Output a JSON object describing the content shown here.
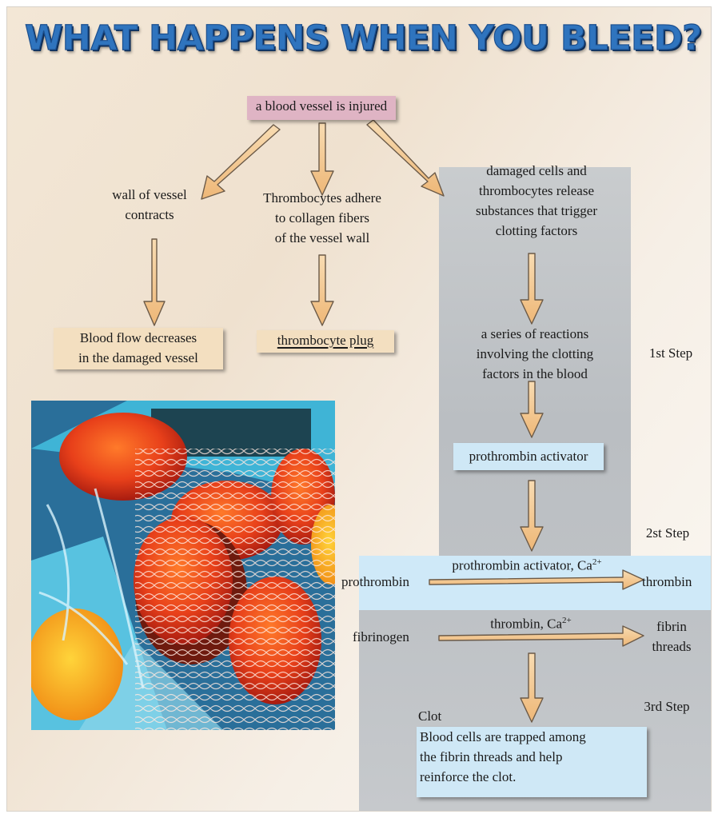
{
  "title": "WHAT HAPPENS WHEN YOU BLEED?",
  "nodes": {
    "injury": "a blood vessel is injured",
    "contracts_line1": "wall of vessel",
    "contracts_line2": "contracts",
    "adhere_line1": "Thrombocytes adhere",
    "adhere_line2": "to collagen fibers",
    "adhere_line3": "of the vessel wall",
    "release_line1": "damaged cells and",
    "release_line2": "thrombocytes release",
    "release_line3": "substances that trigger",
    "release_line4": "clotting factors",
    "flow_line1": "Blood flow decreases",
    "flow_line2": "in the damaged vessel",
    "plug": "thrombocyte plug",
    "reactions_line1": "a series of reactions",
    "reactions_line2": "involving the clotting",
    "reactions_line3": "factors in the blood",
    "activator": "prothrombin activator",
    "eq1_label": "prothrombin activator, Ca",
    "eq1_sup": "2+",
    "eq1_left": "prothrombin",
    "eq1_right": "thrombin",
    "eq2_label": "thrombin, Ca",
    "eq2_sup": "2+",
    "eq2_left": "fibrinogen",
    "eq2_right_line1": "fibrin",
    "eq2_right_line2": "threads",
    "clot_title": "Clot",
    "clot_line1": "Blood cells are trapped among",
    "clot_line2": "the fibrin threads and help",
    "clot_line3": "reinforce the clot."
  },
  "steps": {
    "step1": "1st Step",
    "step2": "2st Step",
    "step3": "3rd Step"
  },
  "colors": {
    "title": "#2f74be",
    "arrow_fill": "#f2c48c",
    "pink_label": "#dfb4c4",
    "blue_label": "#cfe8f6",
    "gray_panel": "#c2c5c8"
  }
}
